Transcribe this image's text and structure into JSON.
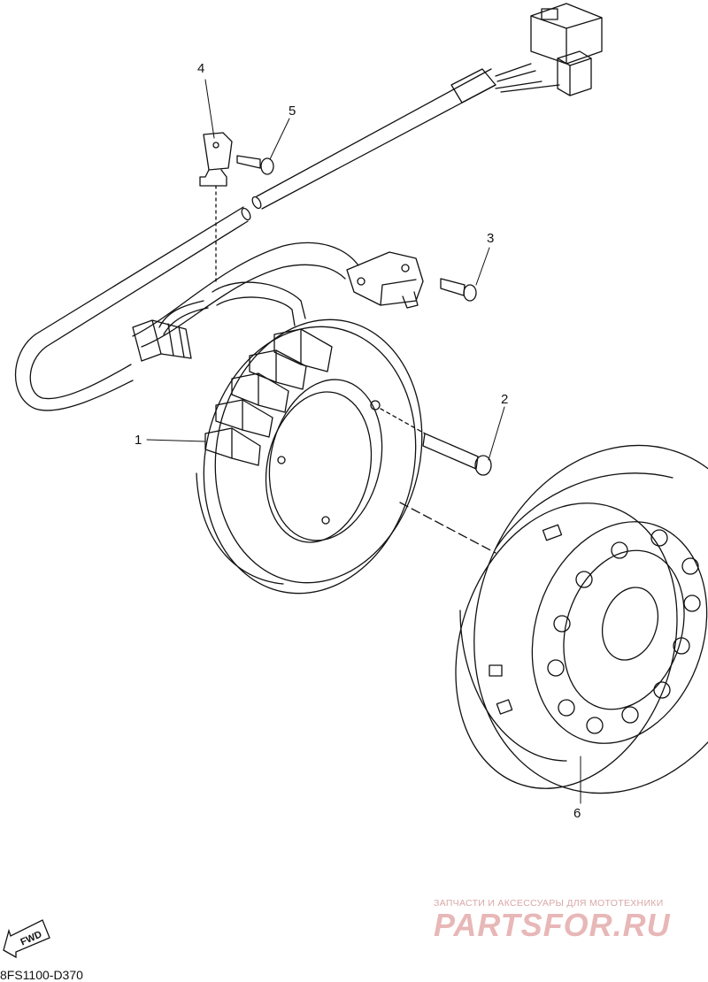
{
  "callouts": {
    "c1": "1",
    "c2": "2",
    "c3": "3",
    "c4": "4",
    "c5": "5",
    "c6": "6"
  },
  "fwd_label": "FWD",
  "doc_id": "8FS1100-D370",
  "watermark": {
    "tagline": "ЗАПЧАСТИ И АКСЕССУАРЫ ДЛЯ МОТОТЕХНИКИ",
    "logo": "PARTSFOR.RU"
  }
}
